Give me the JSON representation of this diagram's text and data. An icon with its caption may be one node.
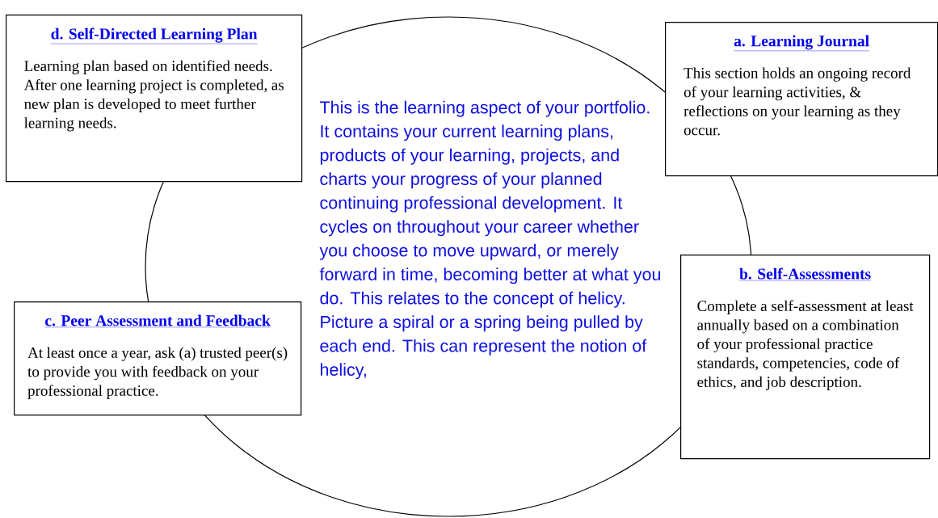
{
  "diagram": {
    "nodes": [
      {
        "text": [
          "This is the learning aspect of your portfolio. It contains your current learning plans, products of your learning, projects, and charts your progress of your planned continuing professional development. It cycles on throughout your career whether you choose to move upward, or merely forward in time, becoming better at what you do. This relates to the concept of helicy. Picture a spiral or a spring being pulled by each end. This can represent the notion of helicy,"
        ]
      },
      {
        "text": [
          "d. Self-Directed Learning Plan",
          "Learning plan based on identified needs. After one learning project is completed, as new plan is developed to meet further learning needs."
        ]
      },
      {
        "text": [
          "a. Learning Journal",
          "This section holds an ongoing record of your learning activities, & reflections on your learning as they occur."
        ]
      },
      {
        "text": [
          "c. Peer Assessment and Feedback",
          "At least once a year, ask (a) trusted peer(s) to provide you with feedback on your professional practice."
        ]
      },
      {
        "text": [
          "b. Self-Assessments",
          "Complete a self-assessment at least annually based on a combination of your professional practice standards, competencies, code of ethics, and job description."
        ]
      }
    ],
    "edges": []
  }
}
